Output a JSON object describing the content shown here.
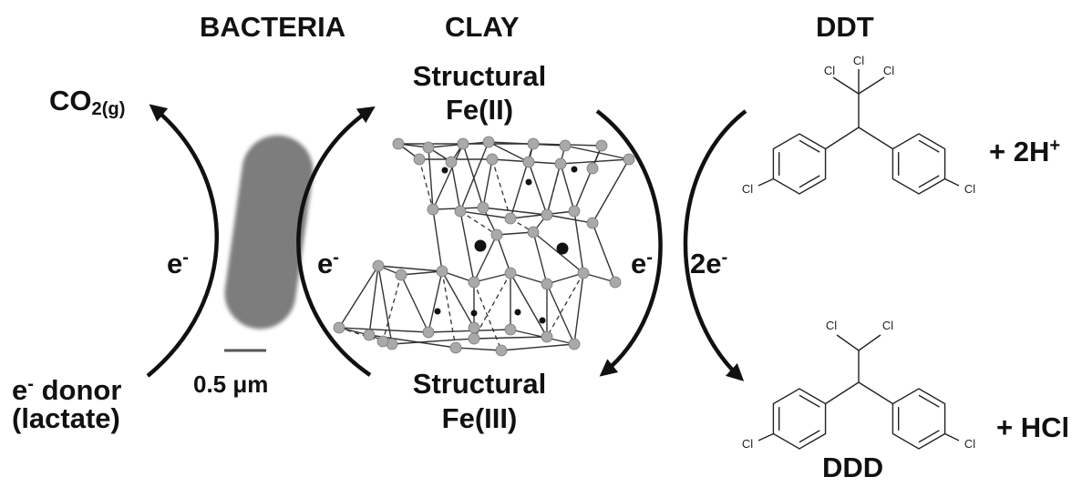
{
  "headers": {
    "bacteria": "BACTERIA",
    "clay": "CLAY",
    "ddt": "DDT"
  },
  "bacteria": {
    "co2_base": "CO",
    "co2_sub": "2(g)",
    "electron_base": "e",
    "electron_sup": "-",
    "donor_base": "e",
    "donor_sup": "-",
    "donor_text": " donor",
    "donor_paren": "(lactate)",
    "scale_bar": "0.5 μm"
  },
  "clay": {
    "fe2_line1": "Structural",
    "fe2_line2": "Fe(II)",
    "fe3_line1": "Structural",
    "fe3_line2": "Fe(III)",
    "electron_left_base": "e",
    "electron_left_sup": "-",
    "electron_right_base": "e",
    "electron_right_sup": "-"
  },
  "reaction": {
    "two_e_base": "2e",
    "two_e_sup": "-",
    "plus_2h_base": "+ 2H",
    "plus_2h_sup": "+",
    "plus_hcl": "+ HCl",
    "ddd_label": "DDD",
    "cl_atom": "Cl"
  },
  "colors": {
    "ink": "#111111",
    "bacterium": "#7d7d7d",
    "atom": "#a9a9a9"
  }
}
